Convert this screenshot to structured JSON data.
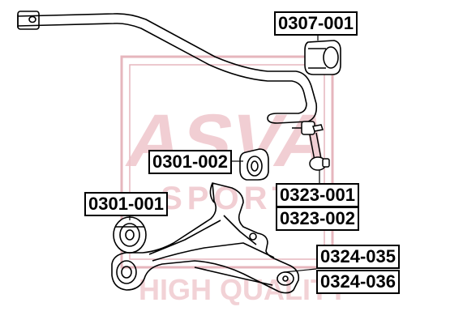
{
  "watermark": {
    "brand": "ASVA",
    "sub": "SPORT",
    "slogan": "HIGH QUALITY",
    "color": "#e0a5ad"
  },
  "labels": {
    "stabilizer_bushing": "0307-001",
    "front_bushing": "0301-002",
    "rear_bushing": "0301-001",
    "link_left": "0323-001",
    "link_right": "0323-002",
    "ball_joint_left": "0324-035",
    "ball_joint_right": "0324-036"
  },
  "colors": {
    "line": "#000000",
    "box_border": "#000000"
  }
}
